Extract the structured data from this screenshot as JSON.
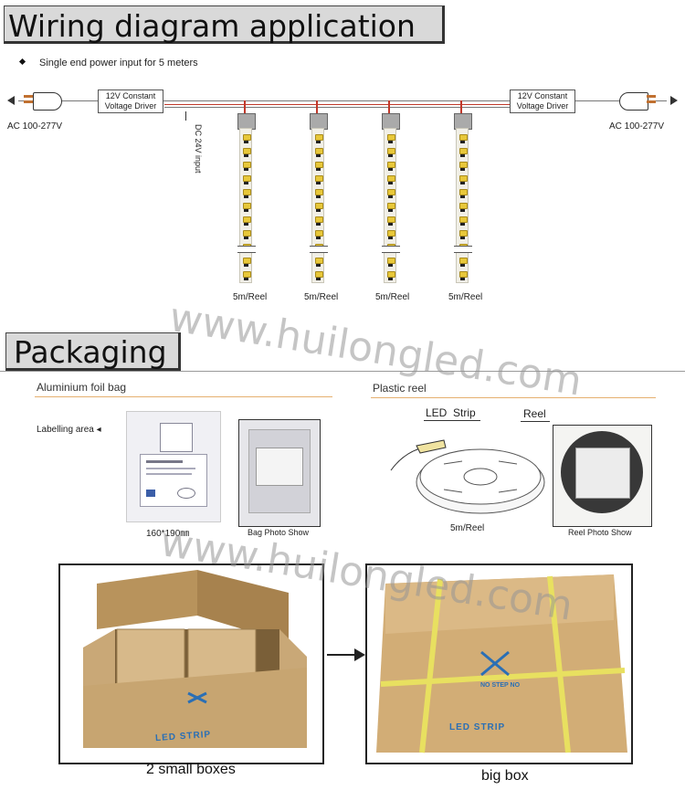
{
  "wiring": {
    "title": "Wiring diagram application",
    "bullet_text": "Single end power input for 5 meters",
    "left_driver": "12V Constant Voltage Driver",
    "right_driver": "12V Constant Voltage Driver",
    "left_ac": "AC 100-277V",
    "right_ac": "AC 100-277V",
    "dc_input": "DC 24V input",
    "reel_labels": [
      "5m/Reel",
      "5m/Reel",
      "5m/Reel",
      "5m/Reel"
    ]
  },
  "packaging": {
    "title": "Packaging",
    "foil_title": "Aluminium foil bag",
    "labelling_area": "Labelling area",
    "bag_size": "160*190㎜",
    "bag_photo": "Bag Photo Show",
    "reel_title": "Plastic reel",
    "led_strip": "LED  Strip",
    "reel": "Reel",
    "reel_len": "5m/Reel",
    "reel_photo": "Reel Photo Show"
  },
  "boxes": {
    "small_caption": "2 small boxes",
    "big_caption": "big box",
    "carton_text": "LED STRIP",
    "no_step": "NO STEP NO"
  },
  "watermark": "www.huilongled.com",
  "colors": {
    "banner": "#d9d9d9",
    "cardboard": "#c9a877",
    "tape": "#e8e060",
    "led": "#e8c83a"
  }
}
